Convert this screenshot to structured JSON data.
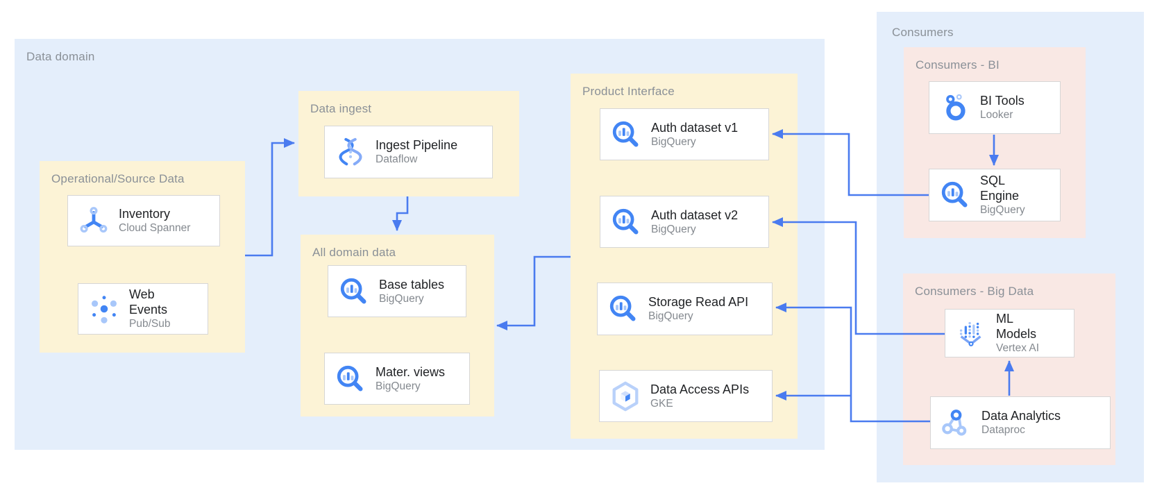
{
  "colors": {
    "canvas_bg": "#ffffff",
    "container_blue": "#e4eefb",
    "group_yellow": "#fcf3d6",
    "group_pink": "#f9e8e4",
    "card_border": "#d6d6d6",
    "label_gray": "#8a9097",
    "title_dark": "#1f2124",
    "subtitle_gray": "#84898f",
    "arrow_blue": "#4a7bef",
    "icon_blue": "#4285f4",
    "icon_light_blue": "#a8c7fa"
  },
  "data_domain": {
    "label": "Data domain",
    "operational": {
      "label": "Operational/Source Data",
      "inventory": {
        "title": "Inventory",
        "subtitle": "Cloud Spanner",
        "icon": "cloud-spanner-icon"
      },
      "web_events": {
        "title": "Web Events",
        "subtitle": "Pub/Sub",
        "icon": "pubsub-icon"
      }
    },
    "ingest": {
      "label": "Data ingest",
      "ingest_pipeline": {
        "title": "Ingest Pipeline",
        "subtitle": "Dataflow",
        "icon": "dataflow-icon"
      }
    },
    "all_domain": {
      "label": "All domain data",
      "base_tables": {
        "title": "Base tables",
        "subtitle": "BigQuery",
        "icon": "bigquery-icon"
      },
      "mater_views": {
        "title": "Mater. views",
        "subtitle": "BigQuery",
        "icon": "bigquery-icon"
      }
    },
    "product_interface": {
      "label": "Product Interface",
      "auth_v1": {
        "title": "Auth dataset v1",
        "subtitle": "BigQuery",
        "icon": "bigquery-icon"
      },
      "auth_v2": {
        "title": "Auth dataset v2",
        "subtitle": "BigQuery",
        "icon": "bigquery-icon"
      },
      "storage_read_api": {
        "title": "Storage Read API",
        "subtitle": "BigQuery",
        "icon": "bigquery-icon"
      },
      "data_access_apis": {
        "title": "Data Access APIs",
        "subtitle": "GKE",
        "icon": "gke-icon"
      }
    }
  },
  "consumers": {
    "label": "Consumers",
    "bi": {
      "label": "Consumers - BI",
      "bi_tools": {
        "title": "BI Tools",
        "subtitle": "Looker",
        "icon": "looker-icon"
      },
      "sql_engine": {
        "title": "SQL Engine",
        "subtitle": "BigQuery",
        "icon": "bigquery-icon"
      }
    },
    "big_data": {
      "label": "Consumers - Big Data",
      "ml_models": {
        "title": "ML Models",
        "subtitle": "Vertex AI",
        "icon": "vertex-ai-icon"
      },
      "data_analytics": {
        "title": "Data Analytics",
        "subtitle": "Dataproc",
        "icon": "dataproc-icon"
      }
    }
  },
  "edges": [
    {
      "from": "operational-source-data",
      "to": "data-ingest"
    },
    {
      "from": "ingest-pipeline",
      "to": "all-domain-data"
    },
    {
      "from": "product-interface",
      "to": "all-domain-data"
    },
    {
      "from": "bi-tools",
      "to": "sql-engine"
    },
    {
      "from": "sql-engine",
      "to": "auth-dataset-v1"
    },
    {
      "from": "ml-models",
      "to": "auth-dataset-v2"
    },
    {
      "from": "data-analytics",
      "to": "storage-read-api"
    },
    {
      "from": "data-analytics",
      "to": "data-access-apis"
    },
    {
      "from": "data-analytics",
      "to": "ml-models"
    }
  ]
}
